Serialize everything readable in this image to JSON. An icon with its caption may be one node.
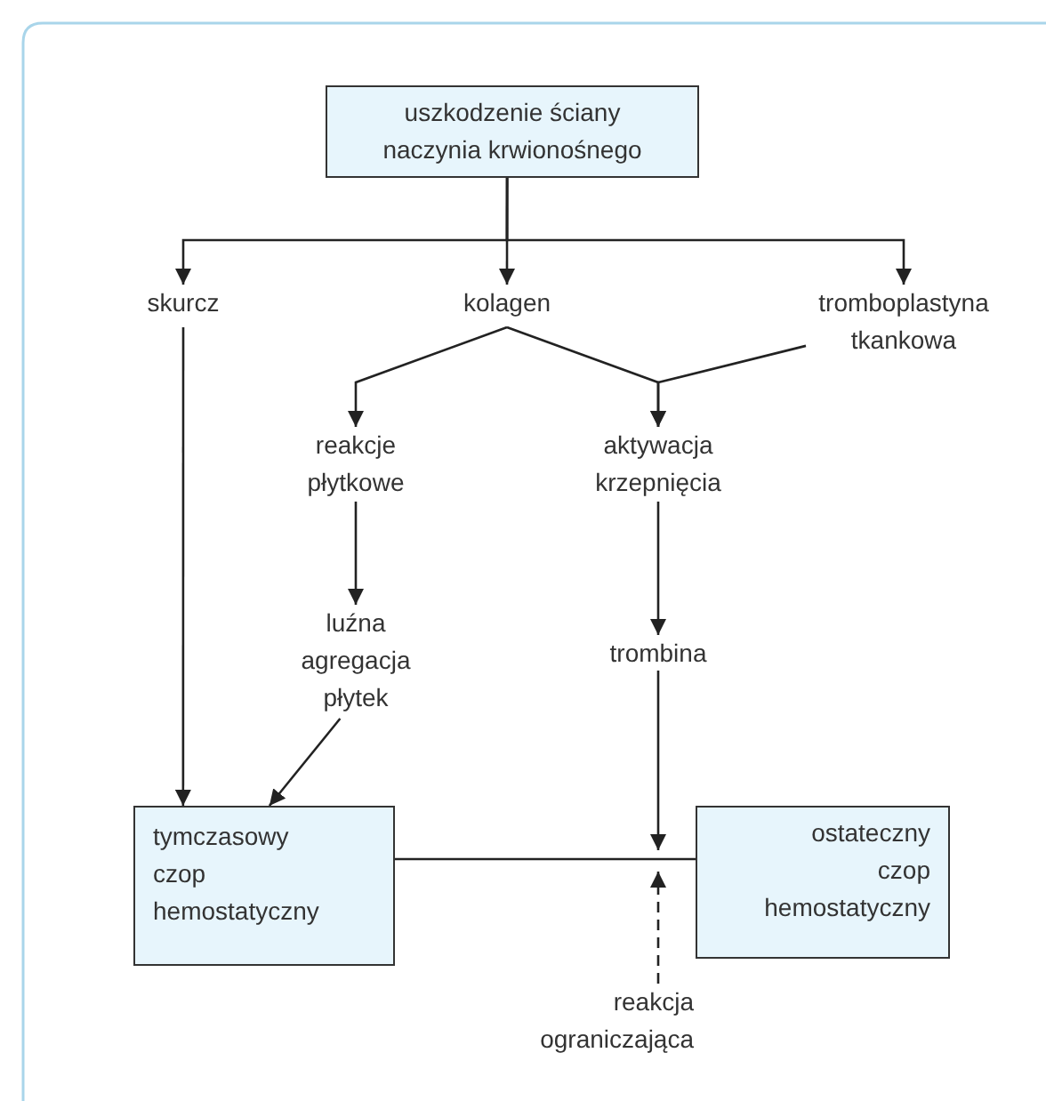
{
  "diagram": {
    "nodes": [
      {
        "text": [
          "uszkodzenie ściany naczynia krwionośnego"
        ]
      },
      {
        "text": [
          "skurcz"
        ]
      },
      {
        "text": [
          "kolagen"
        ]
      },
      {
        "text": [
          "tromboplastyna tkankowa"
        ]
      },
      {
        "text": [
          "reakcje płytkowe"
        ]
      },
      {
        "text": [
          "aktywacja krzepnięcia"
        ]
      },
      {
        "text": [
          "luźna agregacja płytek"
        ]
      },
      {
        "text": [
          "trombina"
        ]
      },
      {
        "text": [
          "tymczasowy czop hemostatyczny"
        ]
      },
      {
        "text": [
          "ostateczny czop hemostatyczny"
        ]
      },
      {
        "text": [
          "reakcja ograniczająca"
        ]
      }
    ],
    "edges": [
      {
        "from": 0,
        "to": 1,
        "arrow": "to"
      },
      {
        "from": 0,
        "to": 2,
        "arrow": "to"
      },
      {
        "from": 0,
        "to": 3,
        "arrow": "to"
      },
      {
        "from": 2,
        "to": 4,
        "arrow": "to"
      },
      {
        "from": 2,
        "to": 5,
        "arrow": "to"
      },
      {
        "from": 3,
        "to": 5,
        "arrow": "to"
      },
      {
        "from": 4,
        "to": 6,
        "arrow": "to"
      },
      {
        "from": 5,
        "to": 7,
        "arrow": "to"
      },
      {
        "from": 1,
        "to": 8,
        "arrow": "to"
      },
      {
        "from": 6,
        "to": 8,
        "arrow": "to"
      },
      {
        "from": 8,
        "to": 9,
        "arrow": "none"
      },
      {
        "from": 7,
        "to": 9,
        "arrow": "to"
      },
      {
        "from": 10,
        "to": 9,
        "arrow": "to",
        "style": "dashed"
      }
    ]
  }
}
